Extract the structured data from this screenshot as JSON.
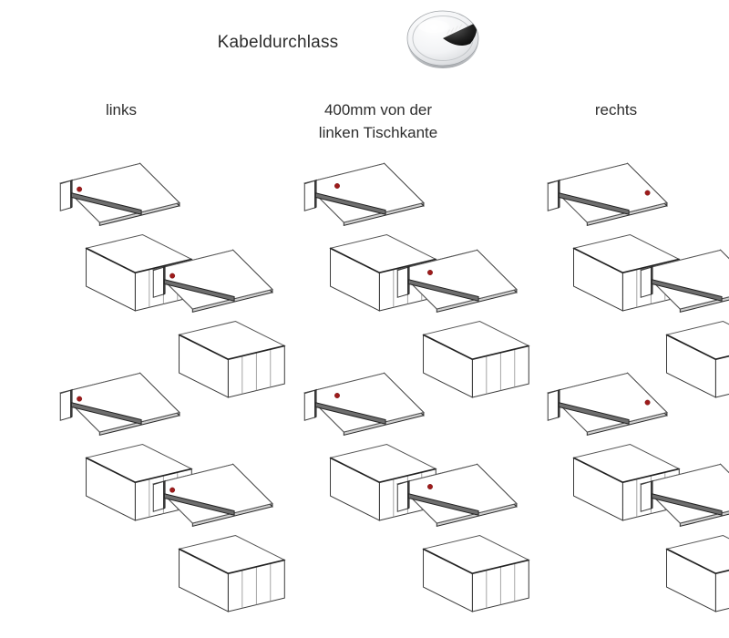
{
  "header": {
    "title": "Kabeldurchlass",
    "photo_icon": "cable-grommet-photo",
    "photo_alt": "Kabeldurchlass"
  },
  "columns": [
    {
      "id": "links",
      "label": "links",
      "label_line1": "links",
      "label_line2": ""
    },
    {
      "id": "mitte",
      "label": "400mm von der linken Tischkante",
      "label_line1": "400mm von der",
      "label_line2": "linken Tischkante"
    },
    {
      "id": "rechts",
      "label": "rechts",
      "label_line1": "rechts",
      "label_line2": ""
    }
  ],
  "colors": {
    "marker": "#9e1b1b",
    "marker_stroke": "#6d1212",
    "line": "#3a3a3a",
    "line_light": "#8e8e8e",
    "band": "#efefef",
    "pad": "#e2e2e2",
    "pad_large": "#dedede",
    "edge_dark": "#6e6e6e",
    "text": "#2d2d2d",
    "background": "#ffffff"
  },
  "grid": {
    "rows": 4,
    "cols": 3,
    "variants": [
      {
        "row": 1,
        "name": "plain-desk",
        "band": false,
        "pad": "none"
      },
      {
        "row": 2,
        "name": "desk-with-cable-band",
        "band": true,
        "pad": "none"
      },
      {
        "row": 3,
        "name": "desk-with-small-pad",
        "band": true,
        "pad": "small"
      },
      {
        "row": 4,
        "name": "desk-with-large-pad",
        "band": true,
        "pad": "large"
      }
    ]
  },
  "cells": [
    {
      "id": "r1c1",
      "row": 1,
      "col": "links",
      "marker": "left",
      "band": false,
      "pad": "none"
    },
    {
      "id": "r1c2",
      "row": 1,
      "col": "mitte",
      "marker": "center",
      "band": false,
      "pad": "none"
    },
    {
      "id": "r1c3",
      "row": 1,
      "col": "rechts",
      "marker": "right",
      "band": false,
      "pad": "none"
    },
    {
      "id": "r2c1",
      "row": 2,
      "col": "links",
      "marker": "left",
      "band": true,
      "pad": "none"
    },
    {
      "id": "r2c2",
      "row": 2,
      "col": "mitte",
      "marker": "center",
      "band": true,
      "pad": "none"
    },
    {
      "id": "r2c3",
      "row": 2,
      "col": "rechts",
      "marker": "right",
      "band": true,
      "pad": "none"
    },
    {
      "id": "r3c1",
      "row": 3,
      "col": "links",
      "marker": "left",
      "band": true,
      "pad": "small"
    },
    {
      "id": "r3c2",
      "row": 3,
      "col": "mitte",
      "marker": "center",
      "band": true,
      "pad": "small"
    },
    {
      "id": "r3c3",
      "row": 3,
      "col": "rechts",
      "marker": "right",
      "band": true,
      "pad": "small"
    },
    {
      "id": "r4c1",
      "row": 4,
      "col": "links",
      "marker": "left",
      "band": true,
      "pad": "large"
    },
    {
      "id": "r4c2",
      "row": 4,
      "col": "mitte",
      "marker": "center",
      "band": true,
      "pad": "large"
    },
    {
      "id": "r4c3",
      "row": 4,
      "col": "rechts",
      "marker": "right",
      "band": true,
      "pad": "large"
    }
  ]
}
